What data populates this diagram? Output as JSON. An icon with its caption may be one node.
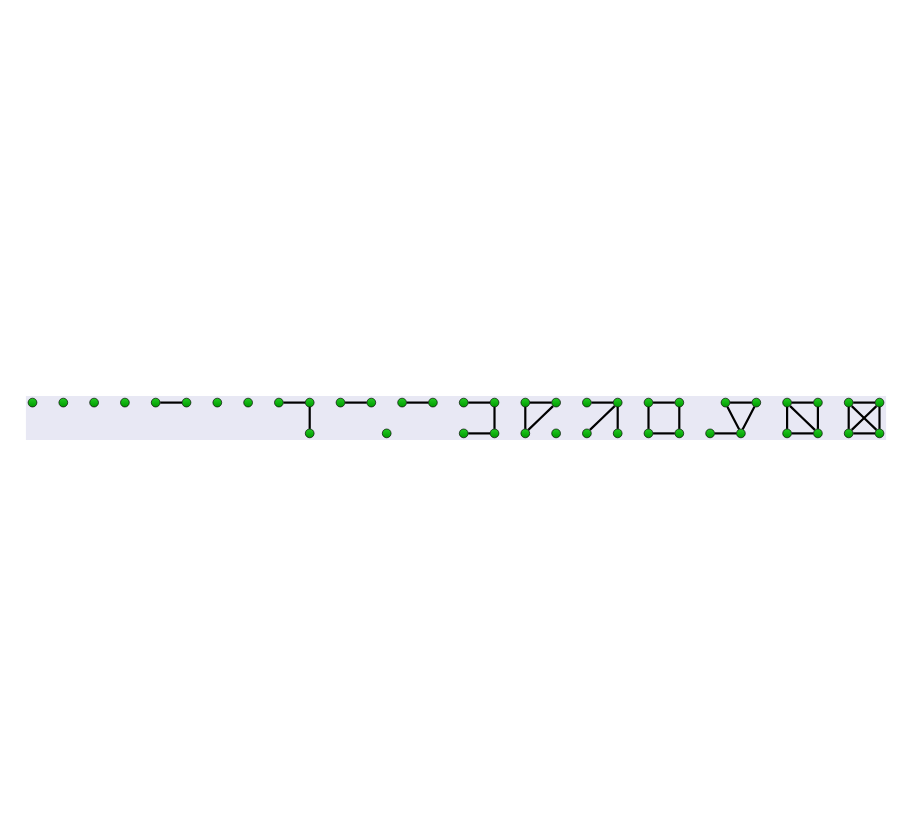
{
  "diagram": {
    "nodes": [
      {
        "text": [],
        "shape": "circle"
      },
      {
        "text": [],
        "shape": "circle"
      },
      {
        "text": [],
        "shape": "circle"
      },
      {
        "text": [],
        "shape": "circle"
      },
      {
        "text": [],
        "shape": "circle"
      },
      {
        "text": [],
        "shape": "circle"
      },
      {
        "text": [],
        "shape": "circle"
      },
      {
        "text": [],
        "shape": "circle"
      },
      {
        "text": [],
        "shape": "circle"
      },
      {
        "text": [],
        "shape": "circle"
      },
      {
        "text": [],
        "shape": "circle"
      },
      {
        "text": [],
        "shape": "circle"
      },
      {
        "text": [],
        "shape": "circle"
      },
      {
        "text": [],
        "shape": "circle"
      },
      {
        "text": [],
        "shape": "circle"
      },
      {
        "text": [],
        "shape": "circle"
      },
      {
        "text": [],
        "shape": "circle"
      },
      {
        "text": [],
        "shape": "circle"
      },
      {
        "text": [],
        "shape": "circle"
      },
      {
        "text": [],
        "shape": "circle"
      },
      {
        "text": [],
        "shape": "circle"
      },
      {
        "text": [],
        "shape": "circle"
      },
      {
        "text": [],
        "shape": "circle"
      },
      {
        "text": [],
        "shape": "circle"
      },
      {
        "text": [],
        "shape": "circle"
      },
      {
        "text": [],
        "shape": "circle"
      },
      {
        "text": [],
        "shape": "circle"
      },
      {
        "text": [],
        "shape": "circle"
      },
      {
        "text": [],
        "shape": "circle"
      },
      {
        "text": [],
        "shape": "circle"
      },
      {
        "text": [],
        "shape": "circle"
      },
      {
        "text": [],
        "shape": "circle"
      },
      {
        "text": [],
        "shape": "circle"
      },
      {
        "text": [],
        "shape": "circle"
      },
      {
        "text": [],
        "shape": "circle"
      },
      {
        "text": [],
        "shape": "circle"
      },
      {
        "text": [],
        "shape": "circle"
      },
      {
        "text": [],
        "shape": "circle"
      },
      {
        "text": [],
        "shape": "circle"
      },
      {
        "text": [],
        "shape": "circle"
      },
      {
        "text": [],
        "shape": "circle"
      },
      {
        "text": [],
        "shape": "circle"
      },
      {
        "text": [],
        "shape": "circle"
      },
      {
        "text": [],
        "shape": "circle"
      }
    ],
    "edges": [
      {
        "from": 4,
        "to": 5,
        "arrow": "none"
      },
      {
        "from": 8,
        "to": 9,
        "arrow": "none"
      },
      {
        "from": 9,
        "to": 11,
        "arrow": "none"
      },
      {
        "from": 12,
        "to": 13,
        "arrow": "none"
      },
      {
        "from": 14,
        "to": 15,
        "arrow": "none"
      },
      {
        "from": 16,
        "to": 17,
        "arrow": "none"
      },
      {
        "from": 17,
        "to": 19,
        "arrow": "none"
      },
      {
        "from": 18,
        "to": 19,
        "arrow": "none"
      },
      {
        "from": 20,
        "to": 21,
        "arrow": "none"
      },
      {
        "from": 20,
        "to": 23,
        "arrow": "none"
      },
      {
        "from": 21,
        "to": 23,
        "arrow": "none"
      },
      {
        "from": 24,
        "to": 25,
        "arrow": "none"
      },
      {
        "from": 25,
        "to": 26,
        "arrow": "none"
      },
      {
        "from": 25,
        "to": 27,
        "arrow": "none"
      },
      {
        "from": 28,
        "to": 29,
        "arrow": "none"
      },
      {
        "from": 29,
        "to": 31,
        "arrow": "none"
      },
      {
        "from": 30,
        "to": 31,
        "arrow": "none"
      },
      {
        "from": 28,
        "to": 30,
        "arrow": "none"
      },
      {
        "from": 32,
        "to": 33,
        "arrow": "none"
      },
      {
        "from": 32,
        "to": 35,
        "arrow": "none"
      },
      {
        "from": 33,
        "to": 35,
        "arrow": "none"
      },
      {
        "from": 34,
        "to": 35,
        "arrow": "none"
      },
      {
        "from": 36,
        "to": 37,
        "arrow": "none"
      },
      {
        "from": 36,
        "to": 38,
        "arrow": "none"
      },
      {
        "from": 36,
        "to": 39,
        "arrow": "none"
      },
      {
        "from": 37,
        "to": 39,
        "arrow": "none"
      },
      {
        "from": 38,
        "to": 39,
        "arrow": "none"
      },
      {
        "from": 40,
        "to": 41,
        "arrow": "none"
      },
      {
        "from": 40,
        "to": 42,
        "arrow": "none"
      },
      {
        "from": 40,
        "to": 43,
        "arrow": "none"
      },
      {
        "from": 41,
        "to": 42,
        "arrow": "none"
      },
      {
        "from": 41,
        "to": 43,
        "arrow": "none"
      },
      {
        "from": 42,
        "to": 43,
        "arrow": "none"
      }
    ]
  }
}
